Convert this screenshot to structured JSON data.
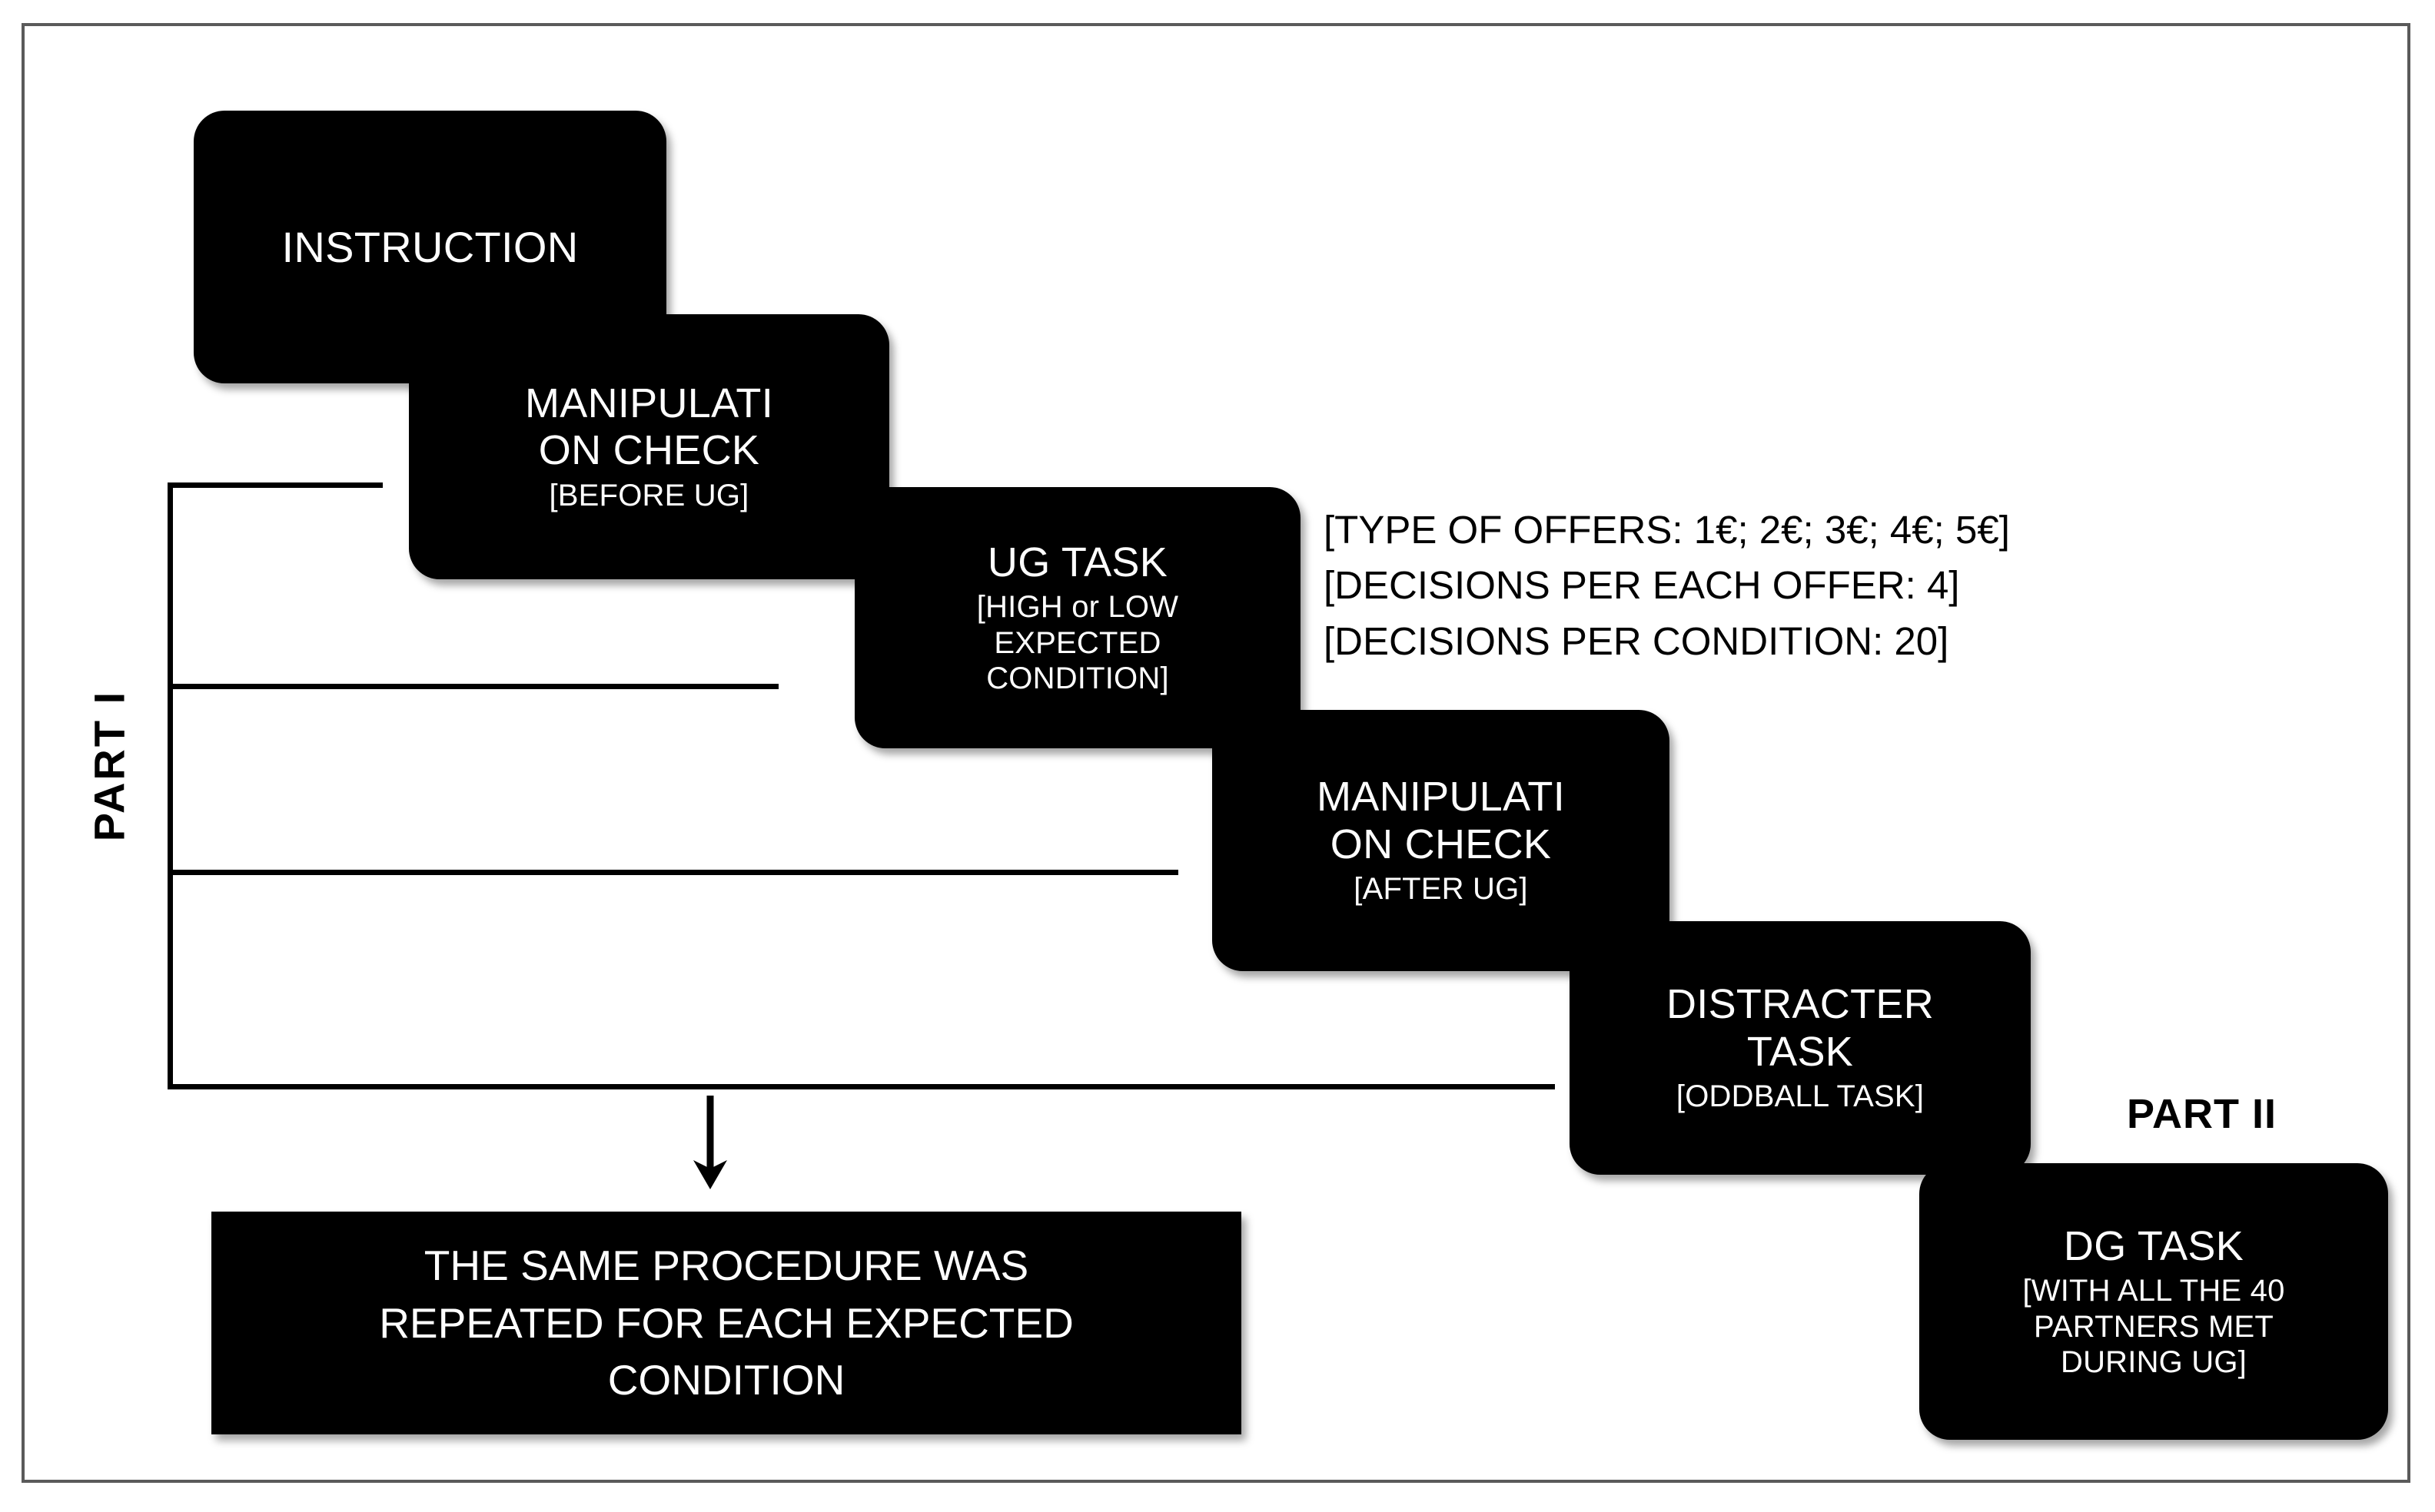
{
  "diagram": {
    "part_one_label": "PART I",
    "part_two_label": "PART II",
    "boxes": [
      {
        "id": "instruction",
        "title": "INSTRUCTION",
        "sub": ""
      },
      {
        "id": "manip_before",
        "title": "MANIPULATI\nON CHECK",
        "sub": "[BEFORE UG]"
      },
      {
        "id": "ug_task",
        "title": "UG TASK",
        "sub": "[HIGH or LOW\nEXPECTED\nCONDITION]"
      },
      {
        "id": "manip_after",
        "title": "MANIPULATI\nON CHECK",
        "sub": "[AFTER UG]"
      },
      {
        "id": "distracter",
        "title": "DISTRACTER\nTASK",
        "sub": "[ODDBALL TASK]"
      },
      {
        "id": "dg_task",
        "title": "DG TASK",
        "sub": "[WITH ALL THE 40\nPARTNERS MET\nDURING UG]"
      }
    ],
    "repeat_box": {
      "text": "THE SAME PROCEDURE WAS\nREPEATED FOR EACH EXPECTED\nCONDITION"
    },
    "annotations": [
      "[TYPE OF OFFERS: 1€; 2€; 3€; 4€; 5€]",
      "[DECISIONS PER EACH OFFER: 4]",
      "[DECISIONS PER CONDITION: 20]"
    ],
    "colors": {
      "box_fill": "#000000",
      "box_text": "#ffffff",
      "page_background": "#ffffff",
      "line": "#000000",
      "frame_border": "#5a5a5a"
    }
  }
}
